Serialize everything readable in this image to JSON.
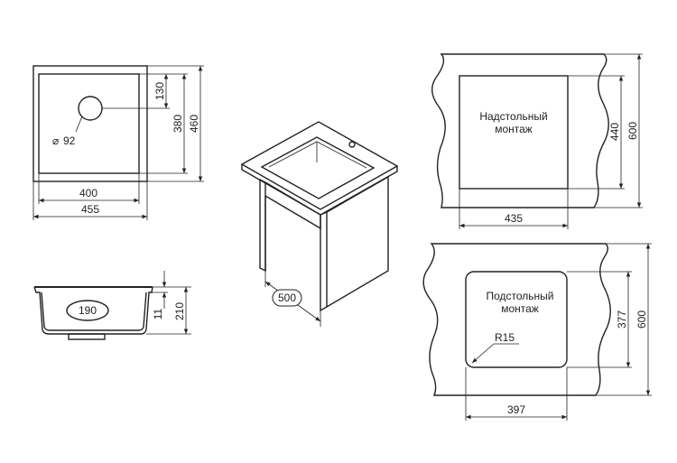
{
  "top_view": {
    "hole_dim": "130",
    "bowl_height_dim": "380",
    "outer_height_dim": "460",
    "drain_diameter": "92",
    "bowl_width_dim": "400",
    "outer_width_dim": "455"
  },
  "section_view": {
    "drain_label": "190",
    "rim_dim": "11",
    "depth_dim": "210"
  },
  "cabinet_view": {
    "cabinet_width_dim": "500"
  },
  "overmount": {
    "title_line1": "Надстольный",
    "title_line2": "монтаж",
    "cutout_height_dim": "440",
    "counter_depth_dim": "600",
    "cutout_width_dim": "435"
  },
  "undermount": {
    "title_line1": "Подстольный",
    "title_line2": "монтаж",
    "radius_label": "R15",
    "cutout_height_dim": "377",
    "counter_depth_dim": "600",
    "cutout_width_dim": "397"
  }
}
